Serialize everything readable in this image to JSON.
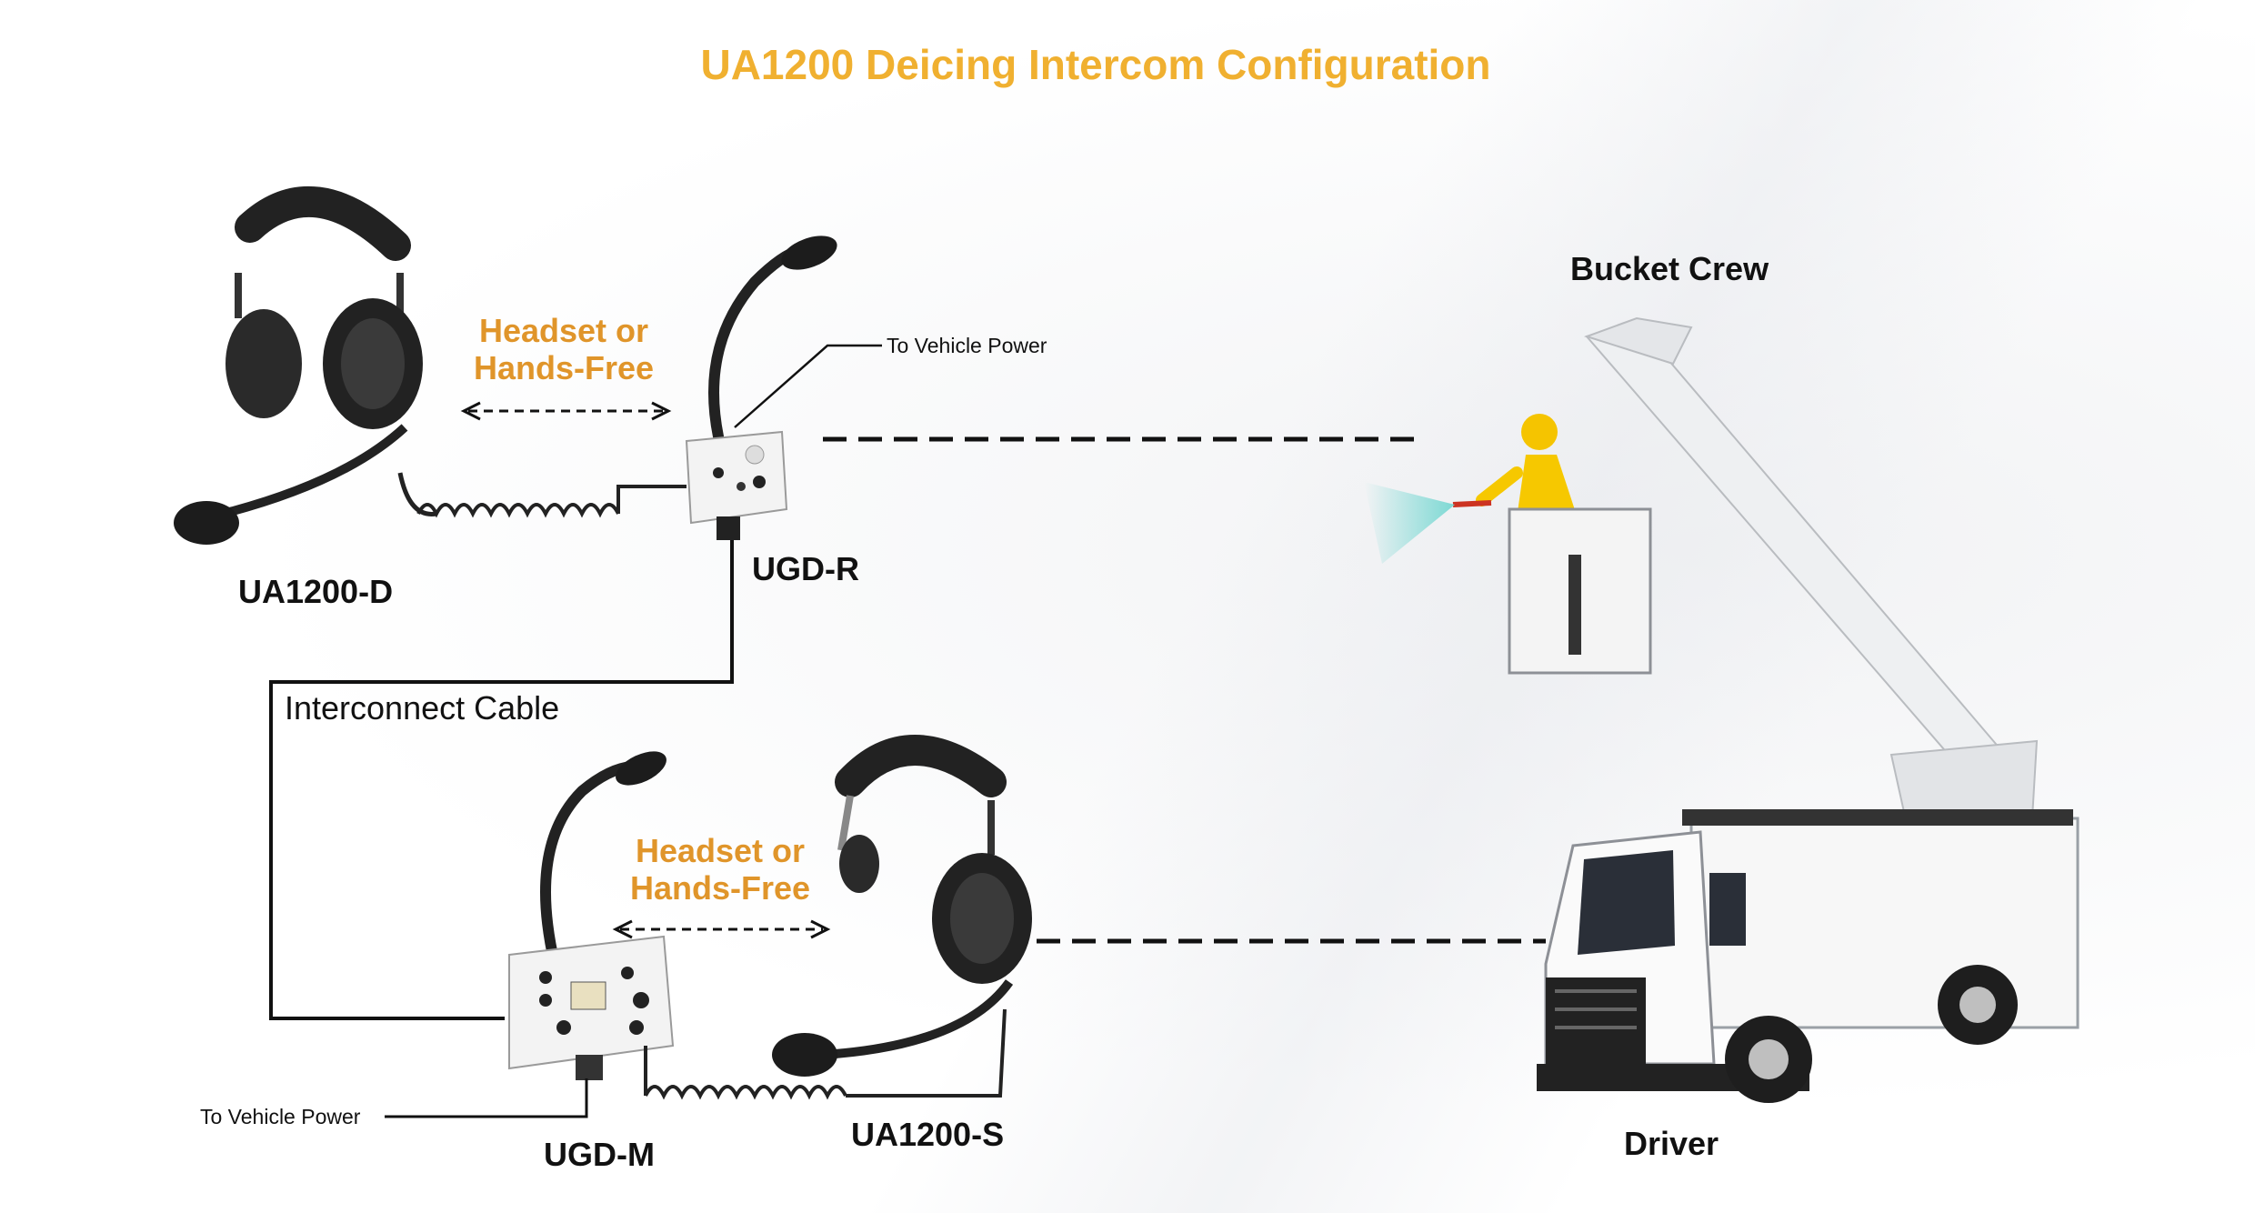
{
  "title": "UA1200 Deicing Intercom Configuration",
  "labels": {
    "headset_d": "UA1200-D",
    "ugd_r": "UGD-R",
    "interconnect_cable": "Interconnect Cable",
    "ugd_m": "UGD-M",
    "headset_s": "UA1200-S",
    "bucket_crew": "Bucket Crew",
    "driver": "Driver",
    "to_vehicle_power_top": "To Vehicle Power",
    "to_vehicle_power_bottom": "To Vehicle Power",
    "hands_free_top_line1": "Headset or",
    "hands_free_top_line2": "Hands-Free",
    "hands_free_bottom_line1": "Headset or",
    "hands_free_bottom_line2": "Hands-Free"
  },
  "colors": {
    "title": "#f0b030",
    "accent_label": "#e0952a",
    "text": "#111111",
    "line": "#111111"
  },
  "icons": [
    "headset-icon",
    "gooseneck-microphone-icon",
    "control-box-icon",
    "bucket-truck-icon",
    "worker-icon"
  ]
}
